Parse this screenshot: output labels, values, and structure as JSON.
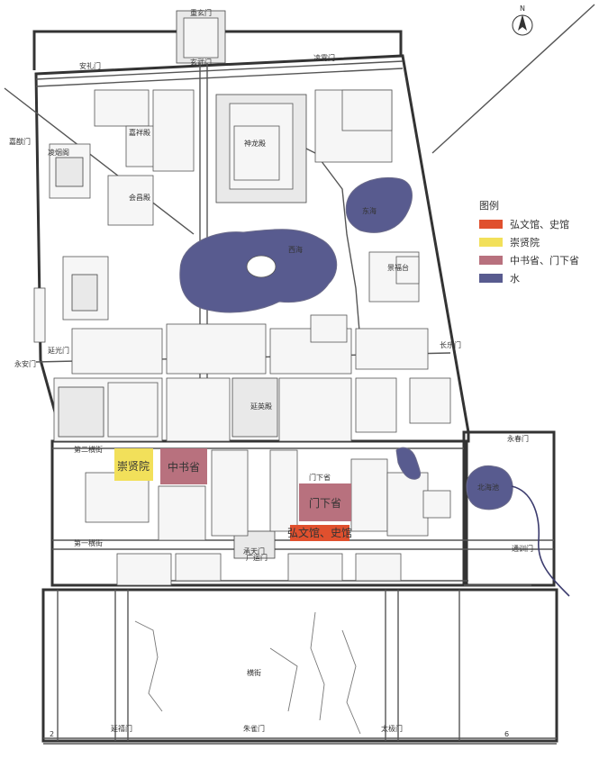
{
  "map": {
    "north_label": "N",
    "legend": {
      "title": "图例",
      "items": [
        {
          "label": "弘文馆、史馆",
          "color": "#e0502e"
        },
        {
          "label": "崇贤院",
          "color": "#f2e05a"
        },
        {
          "label": "中书省、门下省",
          "color": "#b8717e"
        },
        {
          "label": "水",
          "color": "#585b8f"
        }
      ]
    },
    "highlights": {
      "chongxian": "崇贤院",
      "zhongshu": "中书省",
      "menxia": "门下省",
      "hongwen": "弘文馆、史馆"
    },
    "gates": {
      "xuanwu": "重玄门",
      "xuanwu2": "玄武门",
      "anli": "安礼门",
      "yingxian": "凌霄门",
      "taiji": "太极门",
      "chengtian": "承天门",
      "changle": "长乐门",
      "yongchun": "永春门",
      "tongxun": "通训门",
      "jiayou": "嘉猷门",
      "yongan": "永安门",
      "zhuque": "朱雀门",
      "yanxi": "延禧门"
    },
    "places": {
      "lake_east": "东海",
      "lake_west": "西海",
      "guanghua": "广运门",
      "waterpond": "北海池",
      "hengjie": "横街",
      "street1": "第一横街",
      "street2": "第二横街",
      "menxia_small": "门下省",
      "wenhua": "延英殿",
      "lingyan": "凌烟阁",
      "jiaxiang": "嘉祥殿",
      "shenlong": "神龙殿",
      "huichang": "会昌殿",
      "jingfu": "景福台",
      "yanguang": "延光门"
    },
    "markers": {
      "m1": "2",
      "m2": "6"
    }
  }
}
